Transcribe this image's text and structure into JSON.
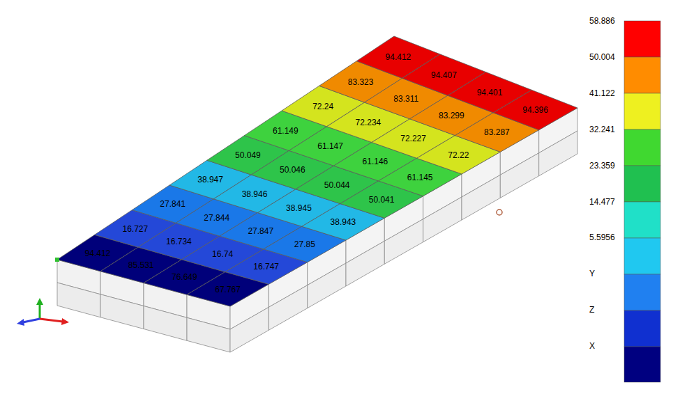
{
  "diagram": {
    "labels": [
      "94.412",
      "94.407",
      "94.401",
      "94.396",
      "83.323",
      "83.311",
      "83.299",
      "83.287",
      "72.24",
      "72.234",
      "72.227",
      "72.22",
      "61.149",
      "61.147",
      "61.146",
      "61.145",
      "50.049",
      "50.046",
      "50.044",
      "50.041",
      "38.947",
      "38.946",
      "38.945",
      "38.943",
      "27.841",
      "27.844",
      "27.847",
      "27.85",
      "16.727",
      "16.734",
      "16.74",
      "16.747",
      "94.412",
      "85.531",
      "76.649",
      "67.767",
      "58.886",
      "50.004",
      "41.122",
      "32.241",
      "23.359",
      "14.477",
      "5.5956",
      "Y",
      "Z",
      "X"
    ]
  }
}
